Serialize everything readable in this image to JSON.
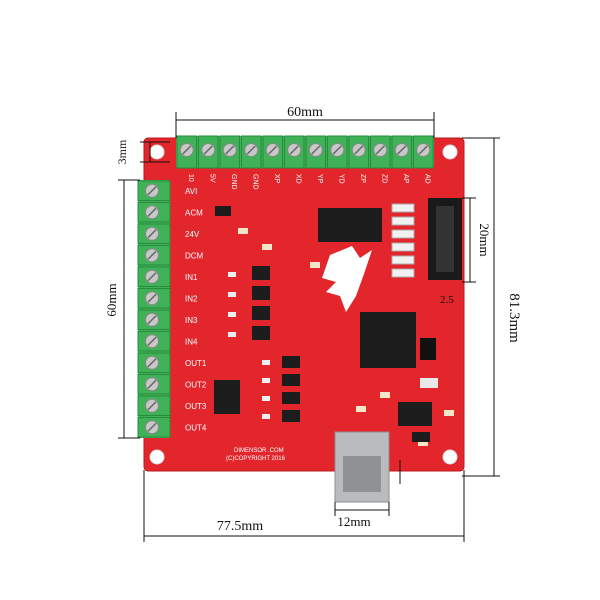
{
  "colors": {
    "board": "#e3262c",
    "board_edge": "#b81b20",
    "terminal": "#3fb257",
    "terminal_dark": "#2a8a3f",
    "screw": "#c8c8c8",
    "chip": "#1c1c1c",
    "silk": "#ffffff",
    "usb": "#b9bbbd"
  },
  "dimensions": {
    "top_width": "60mm",
    "top_margin": "3mm",
    "left_height": "60mm",
    "right_height": "81.3mm",
    "bottom_width": "77.5mm",
    "usb_width": "12mm",
    "header_height": "20mm",
    "header_pitch": "2.5"
  },
  "top_terminal_labels": [
    "10",
    "5V",
    "GND",
    "GND",
    "XP",
    "XD",
    "YP",
    "YD",
    "ZP",
    "ZD",
    "AP",
    "AD"
  ],
  "left_terminal_labels": [
    "AVI",
    "ACM",
    "24V",
    "DCM",
    "IN1",
    "IN2",
    "IN3",
    "IN4",
    "OUT1",
    "OUT2",
    "OUT3",
    "OUT4"
  ],
  "board_text": {
    "site": "DIMENSOR .COM",
    "copyright": "(C)COPYRIGHT 2016"
  }
}
